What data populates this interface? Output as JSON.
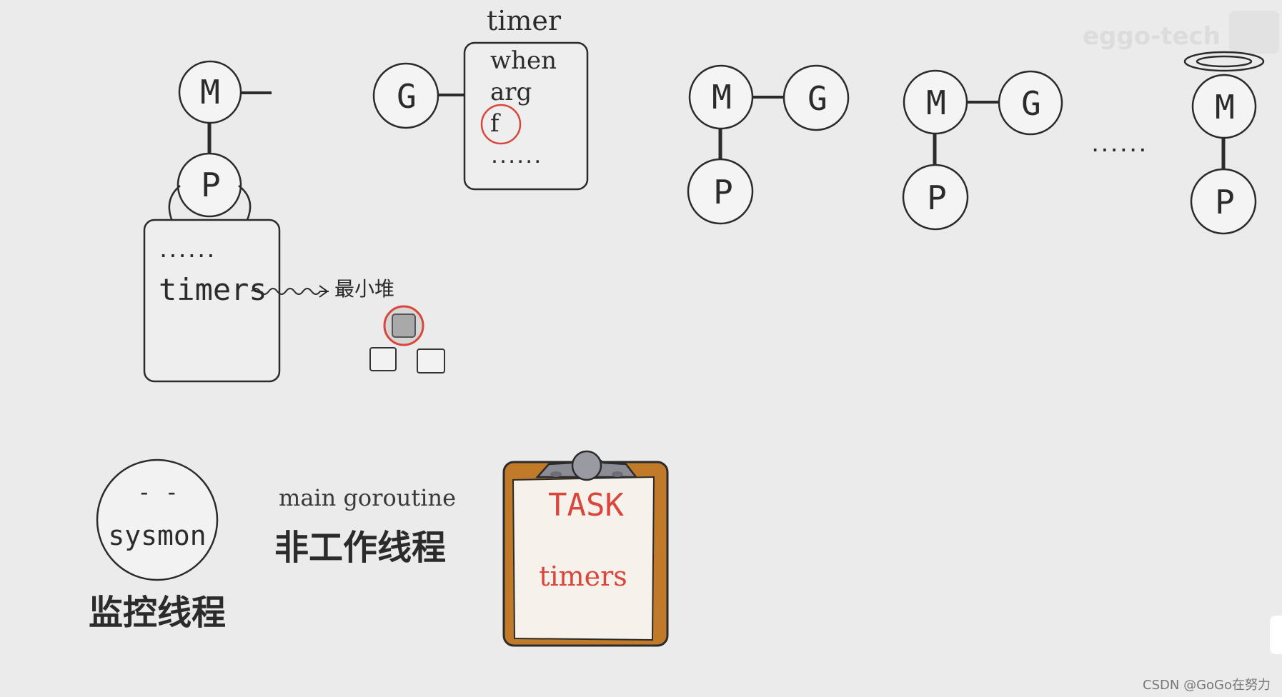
{
  "nodes": {
    "m": "M",
    "p": "P",
    "g": "G"
  },
  "ellipsis": "......",
  "timer": {
    "title": "timer",
    "fields": [
      "when",
      "arg",
      "f",
      "......"
    ]
  },
  "p_local": {
    "ellipsis": "......",
    "timers_label": "timers"
  },
  "heap_label": "最小堆",
  "sysmon": {
    "eyes": "- -",
    "name": "sysmon",
    "caption": "监控线程"
  },
  "main_goroutine": {
    "title": "main goroutine",
    "subtitle": "非工作线程"
  },
  "clipboard": {
    "heading": "TASK",
    "item": "timers"
  },
  "watermark_top": "eggo-tech",
  "watermark_bottom": "CSDN @GoGo在努力",
  "colors": {
    "background": "#ebebeb",
    "ink": "#2b2b2b",
    "highlight_red": "#d9463b",
    "clipboard_wood": "#c07a2a",
    "clipboard_paper": "#f6f1ea"
  }
}
